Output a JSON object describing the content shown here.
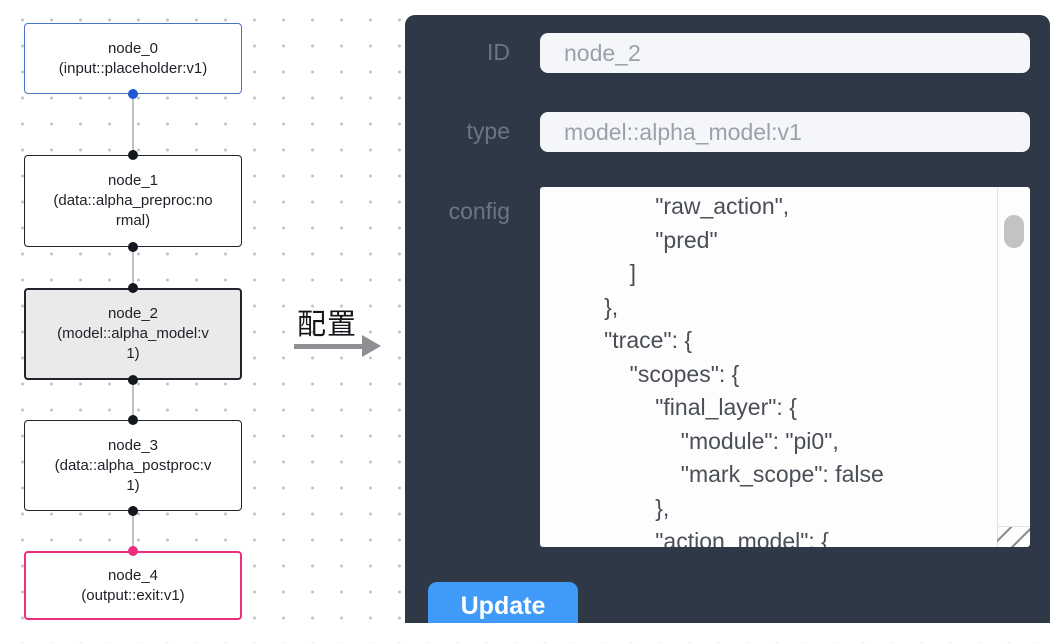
{
  "colors": {
    "panel_bg": "#2e3847",
    "button_blue": "#3f9bf7",
    "input_node_border": "#4a74c4",
    "default_node_border": "#20242e",
    "output_node_border": "#ed2e7e",
    "selected_node_bg": "#eaeaea",
    "handle_input": "#2057d2",
    "handle_default": "#14171e",
    "handle_output": "#ed2e7e",
    "edge_gray": "#bfbfc4",
    "field_bg": "#f5f6fa",
    "field_text": "#9aa1ab",
    "label_text": "#6d7580",
    "config_text_color": "#4a4f57",
    "arrow_gray": "#8e8e93"
  },
  "canvas": {
    "nodes": [
      {
        "id": "node_0",
        "type_label": "(input::placeholder:v1)",
        "state": "input"
      },
      {
        "id": "node_1",
        "type_label": "(data::alpha_preproc:normal)",
        "state": "default"
      },
      {
        "id": "node_2",
        "type_label": "(model::alpha_model:v1)",
        "state": "selected"
      },
      {
        "id": "node_3",
        "type_label": "(data::alpha_postproc:v1)",
        "state": "default"
      },
      {
        "id": "node_4",
        "type_label": "(output::exit:v1)",
        "state": "output"
      }
    ]
  },
  "transition": {
    "label": "配置"
  },
  "panel": {
    "fields": [
      {
        "label": "ID",
        "value": "node_2"
      },
      {
        "label": "type",
        "value": "model::alpha_model:v1"
      }
    ],
    "config_label": "config",
    "config_text": "                \"raw_action\",\n                \"pred\"\n            ]\n        },\n        \"trace\": {\n            \"scopes\": {\n                \"final_layer\": {\n                    \"module\": \"pi0\",\n                    \"mark_scope\": false\n                },\n                \"action_model\": {",
    "update_label": "Update"
  }
}
